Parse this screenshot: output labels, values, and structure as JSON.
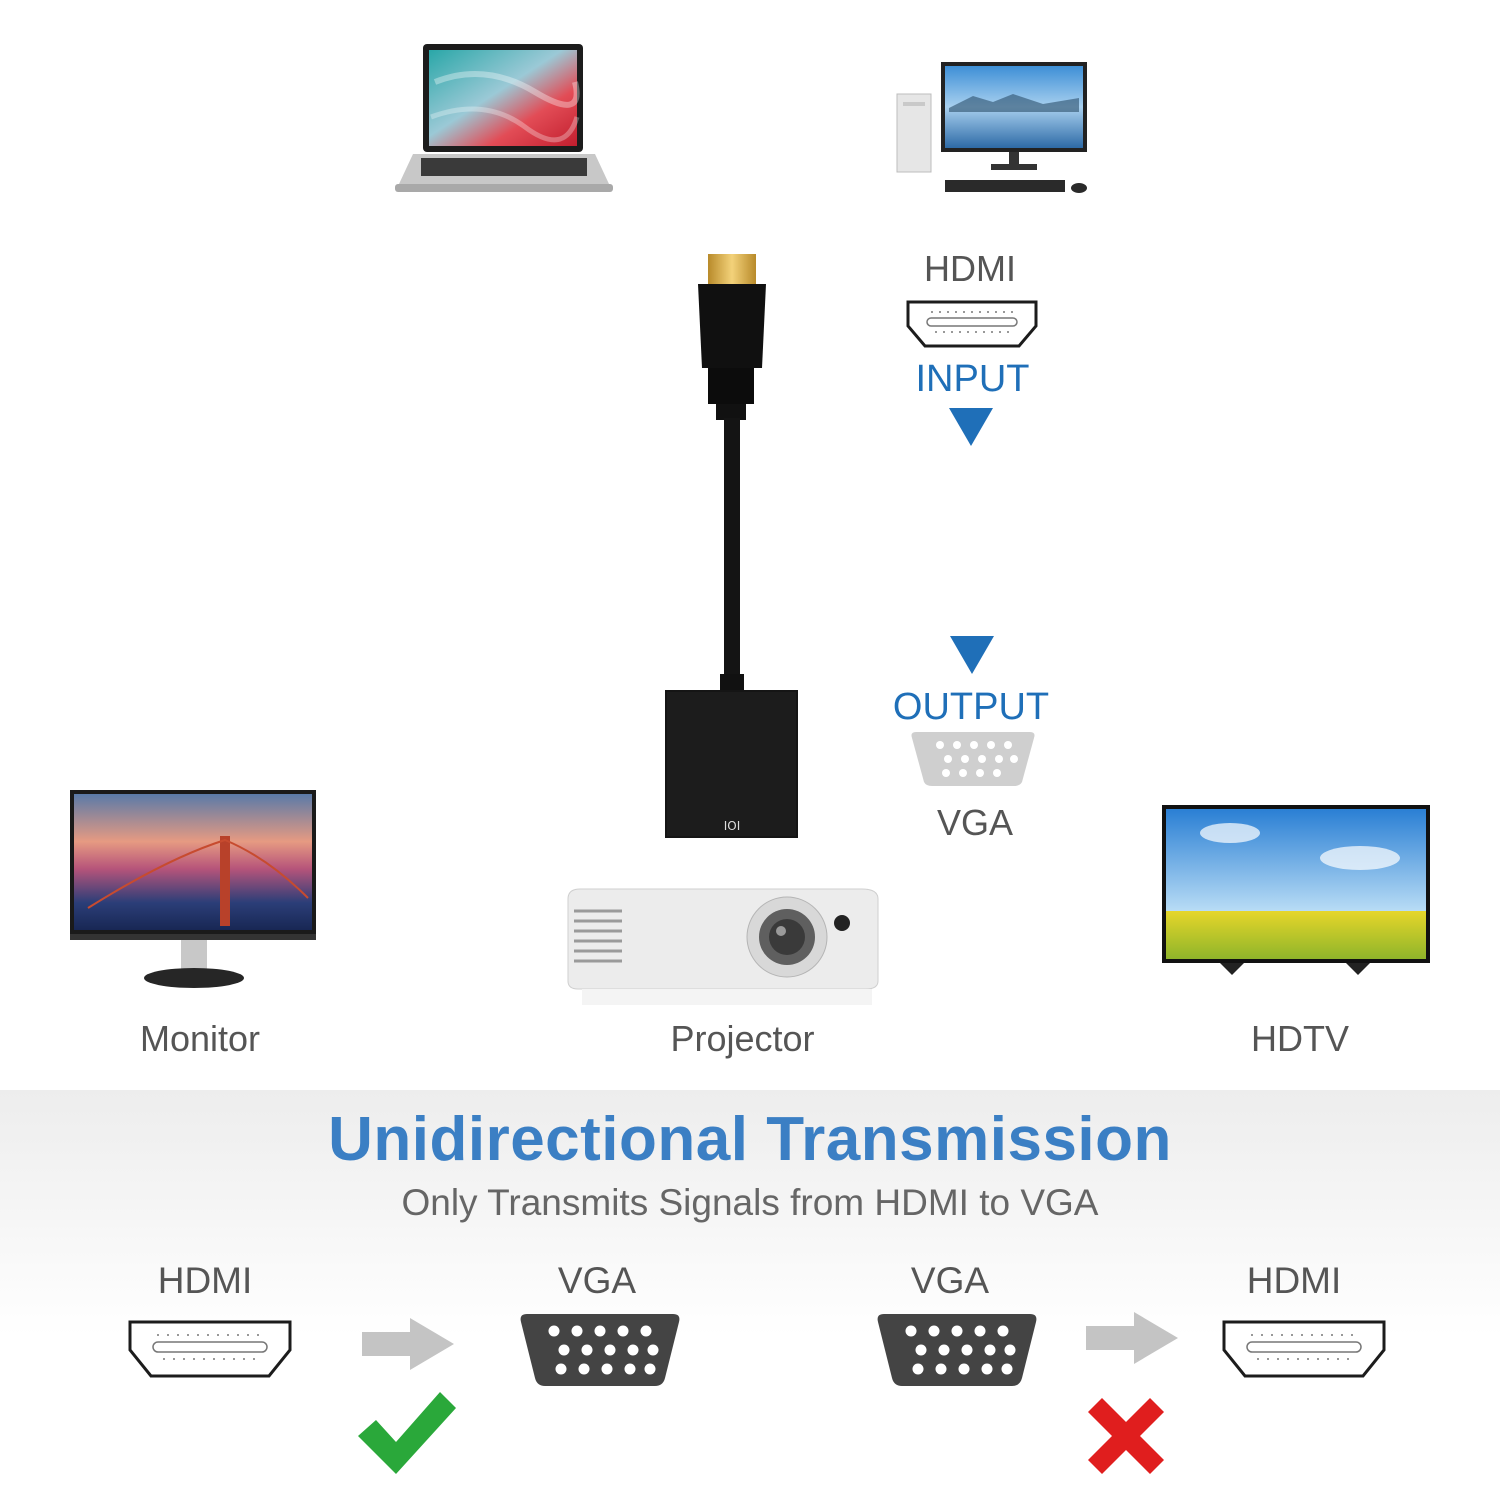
{
  "labels": {
    "input_port": "HDMI",
    "input": "INPUT",
    "output": "OUTPUT",
    "output_port": "VGA",
    "monitor": "Monitor",
    "projector": "Projector",
    "hdtv": "HDTV"
  },
  "band": {
    "title": "Unidirectional Transmission",
    "subtitle": "Only Transmits Signals from HDMI to VGA"
  },
  "comparison": [
    {
      "from": "HDMI",
      "to": "VGA",
      "status": "supported",
      "status_color": "#2aa83a"
    },
    {
      "from": "VGA",
      "to": "HDMI",
      "status": "not-supported",
      "status_color": "#e01e1e"
    }
  ],
  "colors": {
    "accent_blue": "#1f6fb8",
    "title_blue": "#3b7fc4",
    "check_green": "#2aa83a",
    "cross_red": "#e01e1e",
    "arrow_gray": "#c4c4c4",
    "connector_dark": "#404040"
  }
}
